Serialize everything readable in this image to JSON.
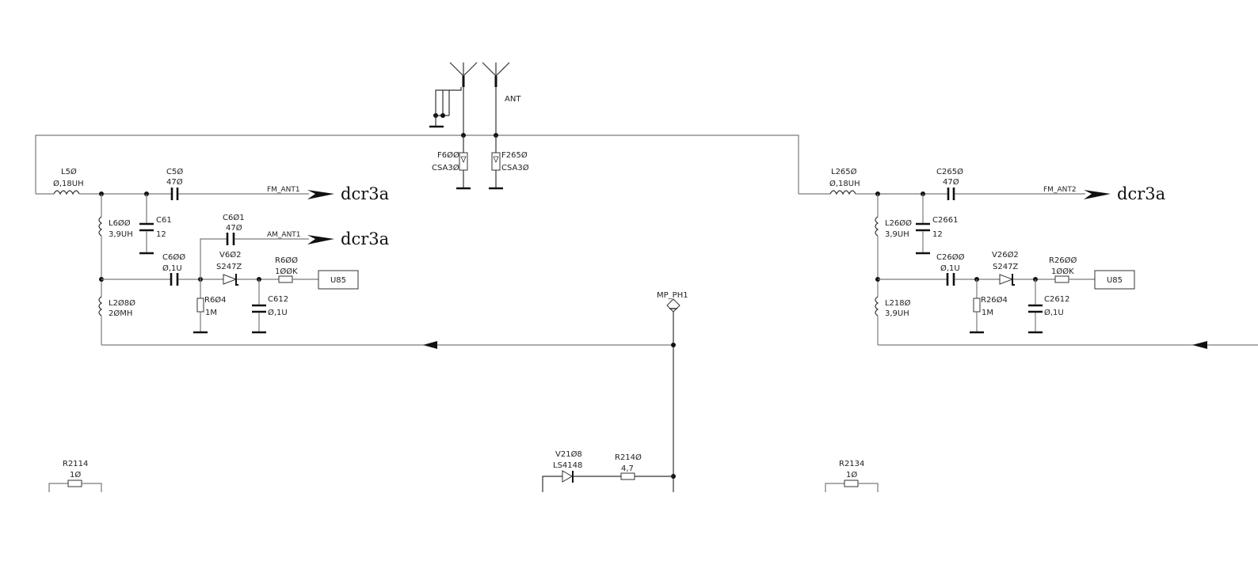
{
  "antenna": {
    "label": "ANT"
  },
  "fuses": [
    {
      "ref": "F600",
      "value": "CSA30"
    },
    {
      "ref": "F2650",
      "value": "CSA30"
    }
  ],
  "left_channel": {
    "L_series": {
      "ref": "L50",
      "value": "0,18UH"
    },
    "C_series": {
      "ref": "C50",
      "value": "470"
    },
    "C_shunt": {
      "ref": "C61",
      "value": "12"
    },
    "L_shunt": {
      "ref": "L600",
      "value": "3,9UH"
    },
    "C_am": {
      "ref": "C601",
      "value": "470"
    },
    "C_couple": {
      "ref": "C600",
      "value": "0,1U"
    },
    "diode": {
      "ref": "V602",
      "value": "S247Z"
    },
    "R_series": {
      "ref": "R600",
      "value": "100K"
    },
    "R_shunt": {
      "ref": "R604",
      "value": "1M"
    },
    "C_filter": {
      "ref": "C612",
      "value": "0,1U"
    },
    "L_bottom": {
      "ref": "L2080",
      "value": "20MH"
    },
    "ic": "U85",
    "fm_net": "FM_ANT1",
    "am_net": "AM_ANT1",
    "fm_dest": "dcr3a",
    "am_dest": "dcr3a"
  },
  "right_channel": {
    "L_series": {
      "ref": "L2650",
      "value": "0,18UH"
    },
    "C_series": {
      "ref": "C2650",
      "value": "470"
    },
    "C_shunt": {
      "ref": "C2661",
      "value": "12"
    },
    "L_shunt": {
      "ref": "L2600",
      "value": "3,9UH"
    },
    "C_couple": {
      "ref": "C2600",
      "value": "0,1U"
    },
    "diode": {
      "ref": "V2602",
      "value": "S247Z"
    },
    "R_series": {
      "ref": "R2600",
      "value": "100K"
    },
    "R_shunt": {
      "ref": "R2604",
      "value": "1M"
    },
    "C_filter": {
      "ref": "C2612",
      "value": "0,1U"
    },
    "L_bottom": {
      "ref": "L2180",
      "value": "3,9UH"
    },
    "ic": "U85",
    "fm_net": "FM_ANT2",
    "fm_dest": "dcr3a"
  },
  "test_point": {
    "label": "MP_PH1"
  },
  "bottom": {
    "R2114": {
      "ref": "R2114",
      "value": "10"
    },
    "R2134": {
      "ref": "R2134",
      "value": "10"
    },
    "V2108": {
      "ref": "V2108",
      "value": "LS4148"
    },
    "R2140": {
      "ref": "R2140",
      "value": "4,7"
    }
  }
}
